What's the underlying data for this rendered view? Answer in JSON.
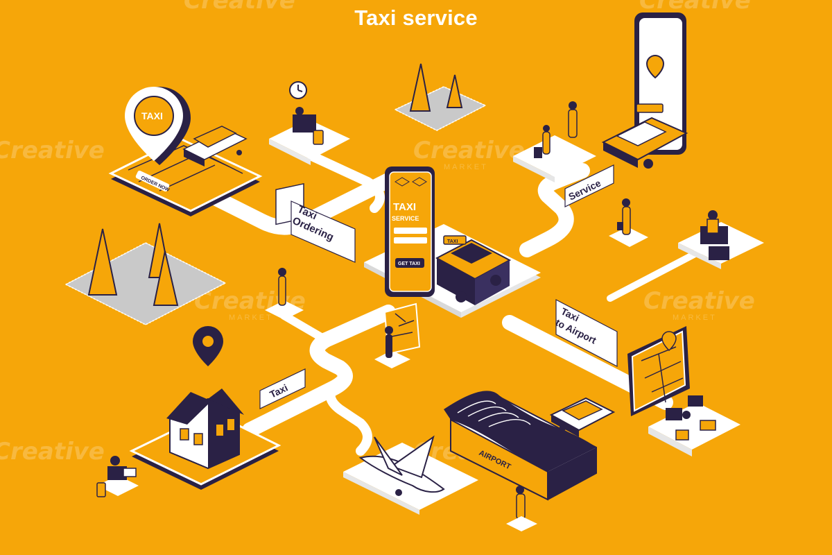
{
  "page": {
    "title": "Taxi service",
    "watermark": "Creative",
    "watermark_sub": "MARKET"
  },
  "labels": {
    "taxi_ordering": [
      "Taxi",
      "Ordering"
    ],
    "service": "Service",
    "taxi_to_airport": [
      "Taxi",
      "to Airport"
    ],
    "taxi": "Taxi"
  },
  "phone_center": {
    "title": "TAXI",
    "subtitle": "SERVICE",
    "button": "GET TAXI",
    "taxi_badge": "TAXI"
  },
  "pin_sign": "TAXI",
  "tablet_top_left_button": "ORDER NOW",
  "airport_sign": "AIRPORT",
  "colors": {
    "background": "#f6a609",
    "dark": "#2a2145",
    "white": "#ffffff",
    "yellow": "#ffb400"
  }
}
